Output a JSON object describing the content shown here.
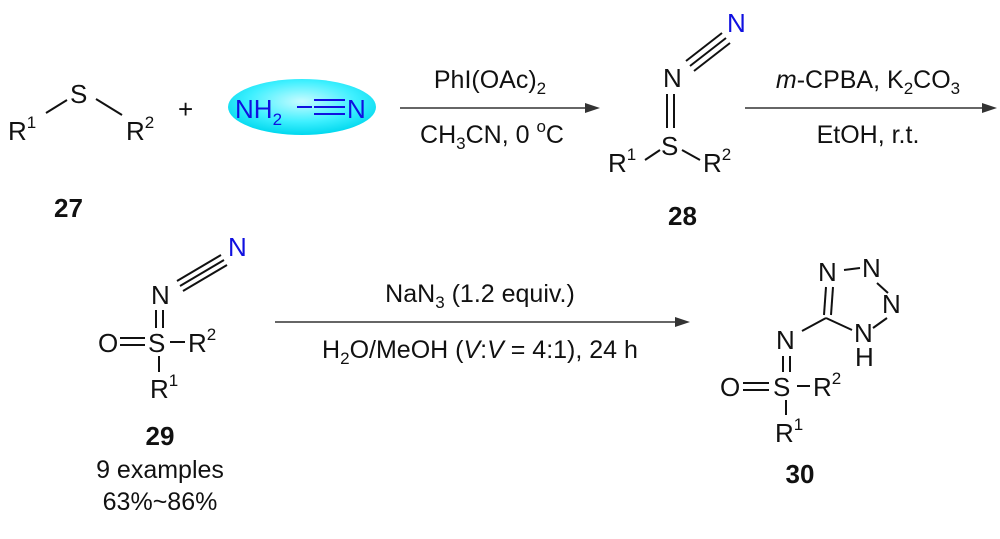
{
  "scheme": {
    "compound_27": {
      "label": "27",
      "R1": "R",
      "R1_sup": "1",
      "S": "S",
      "R2": "R",
      "R2_sup": "2"
    },
    "plus": "+",
    "cyanamide": {
      "NH": "NH",
      "sub": "2",
      "N": "N",
      "highlight_color": "#00e5f5",
      "text_color": "#1010e0"
    },
    "step1": {
      "top": "PhI(OAc)",
      "top_sub": "2",
      "bottom_a": "CH",
      "bottom_sub": "3",
      "bottom_b": "CN, 0 ",
      "bottom_sup": "o",
      "bottom_c": "C"
    },
    "compound_28": {
      "label": "28",
      "N_top": "N",
      "N": "N",
      "S": "S",
      "R1": "R",
      "R1_sup": "1",
      "R2": "R",
      "R2_sup": "2",
      "N_color": "#1010e0"
    },
    "step2": {
      "top_a": "m",
      "top_b": "-CPBA, K",
      "top_sub": "2",
      "top_c": "CO",
      "top_sub2": "3",
      "bottom": "EtOH, r.t."
    },
    "compound_29": {
      "label": "29",
      "N_top": "N",
      "N": "N",
      "O": "O",
      "S": "S",
      "R1": "R",
      "R1_sup": "1",
      "R2": "R",
      "R2_sup": "2",
      "examples": "9 examples",
      "yield": "63%~86%"
    },
    "step3": {
      "top_a": "NaN",
      "top_sub": "3",
      "top_b": " (1.2 equiv.)",
      "bottom_a": "H",
      "bottom_sub": "2",
      "bottom_b": "O/MeOH (",
      "bottom_v1": "V",
      "bottom_colon": ":",
      "bottom_v2": "V",
      "bottom_c": " = 4:1), 24 h"
    },
    "compound_30": {
      "label": "30",
      "N1": "N",
      "N2": "N",
      "N3": "N",
      "N4": "N",
      "H": "H",
      "N_imine": "N",
      "O": "O",
      "S": "S",
      "R1": "R",
      "R1_sup": "1",
      "R2": "R",
      "R2_sup": "2"
    }
  }
}
